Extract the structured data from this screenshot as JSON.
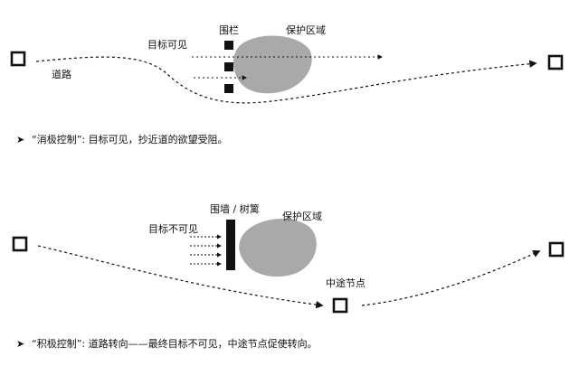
{
  "panel1": {
    "fence_label": "围栏",
    "protected_label": "保护区域",
    "target_label": "目标可见",
    "road_label": "道路",
    "caption": "“消极控制”: 目标可见，抄近道的欲望受阻。"
  },
  "panel2": {
    "wall_label": "围墙 / 树篱",
    "protected_label": "保护区域",
    "target_label": "目标不可见",
    "node_label": "中途节点",
    "caption": "“积极控制”: 道路转向——最终目标不可见，中途节点促使转向。"
  },
  "caption_marker": "➤",
  "colors": {
    "blob": "#a9a9a9",
    "ink": "#111111"
  }
}
